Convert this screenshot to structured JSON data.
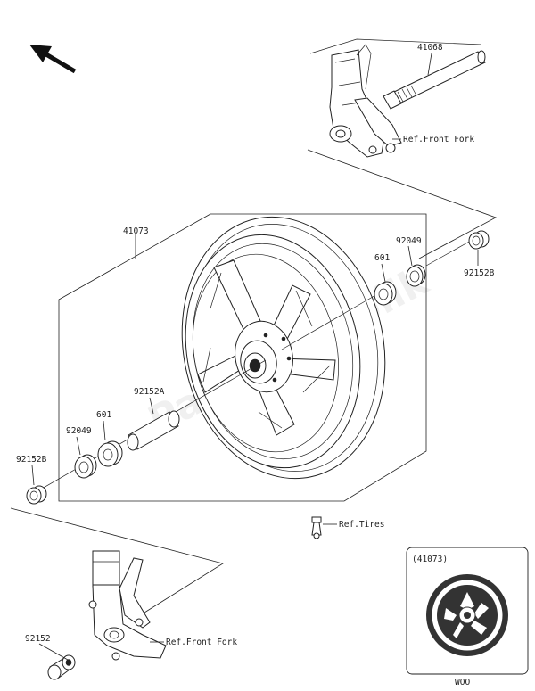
{
  "labels": {
    "p41068": "41068",
    "ref_front_fork_top": "Ref.Front Fork",
    "p41073": "41073",
    "p92049_right": "92049",
    "p601_right": "601",
    "p92152B_right": "92152B",
    "p92152A": "92152A",
    "p601_left": "601",
    "p92049_left": "92049",
    "p92152B_left": "92152B",
    "ref_tires": "Ref.Tires",
    "p92152": "92152",
    "ref_front_fork_bottom": "Ref.Front Fork"
  },
  "inset": {
    "title": "(41073)",
    "footer": "WOO"
  },
  "watermark": "PartsRepublik",
  "icons": {
    "direction": "front-direction-arrow-icon"
  }
}
